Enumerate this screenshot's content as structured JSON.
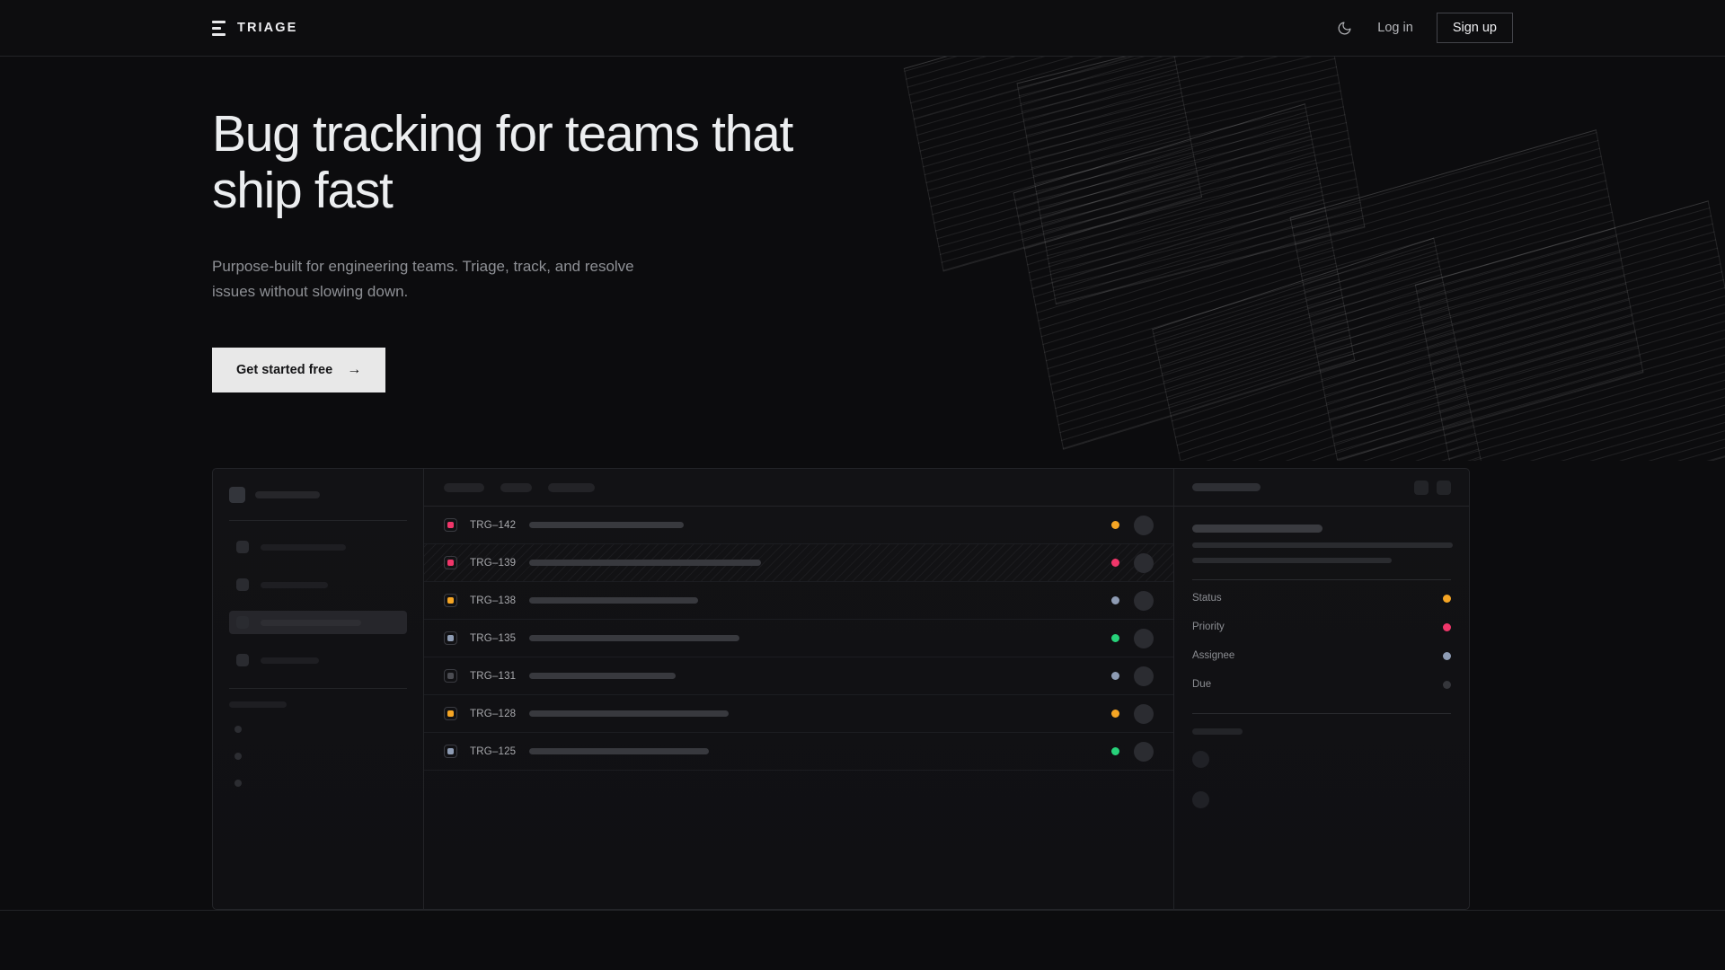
{
  "header": {
    "brand": {
      "name": "TRIAGE",
      "icon": "triage-bars-icon"
    },
    "theme_toggle_icon": "moon-icon",
    "login_label": "Log in",
    "signup_label": "Sign up"
  },
  "hero": {
    "heading": "Bug tracking for teams that ship fast",
    "subheading": "Purpose-built for engineering teams. Triage, track, and resolve issues without slowing down.",
    "cta_label": "Get started free",
    "cta_arrow": "→"
  },
  "colors": {
    "page_bg": "#0c0c0e",
    "surface": "#121215",
    "border": "#232428",
    "text_primary": "#eceef0",
    "text_muted": "#8e9095",
    "cta_bg": "#e8e8e8",
    "status_orange": "#f5a524",
    "status_pink": "#f0366a",
    "status_green": "#27d27a",
    "status_slate": "#8e9cb4",
    "status_dim": "#3a3b40"
  },
  "app_mock": {
    "sidebar": {
      "nav_items": [
        {
          "width": 95,
          "active": false
        },
        {
          "width": 75,
          "active": false
        },
        {
          "width": 112,
          "active": true
        },
        {
          "width": 65,
          "active": false
        }
      ],
      "section_label_width": 64,
      "project_dots": 3
    },
    "list": {
      "toolbar_chips": [
        45,
        35,
        52
      ],
      "rows": [
        {
          "id": "TRG–142",
          "badge_color": "#f0366a",
          "title_width": 172,
          "status_color": "#f5a524",
          "hatched": false
        },
        {
          "id": "TRG–139",
          "badge_color": "#f0366a",
          "title_width": 258,
          "status_color": "#f0366a",
          "hatched": true
        },
        {
          "id": "TRG–138",
          "badge_color": "#f5a524",
          "title_width": 188,
          "status_color": "#8e9cb4",
          "hatched": false
        },
        {
          "id": "TRG–135",
          "badge_color": "#8e9cb4",
          "title_width": 234,
          "status_color": "#27d27a",
          "hatched": false
        },
        {
          "id": "TRG–131",
          "badge_color": "#4b4c52",
          "title_width": 163,
          "status_color": "#8e9cb4",
          "hatched": false
        },
        {
          "id": "TRG–128",
          "badge_color": "#f5a524",
          "title_width": 222,
          "status_color": "#f5a524",
          "hatched": false
        },
        {
          "id": "TRG–125",
          "badge_color": "#8e9cb4",
          "title_width": 200,
          "status_color": "#27d27a",
          "hatched": false
        }
      ]
    },
    "detail": {
      "header_icons": [
        "square-icon",
        "square-icon"
      ],
      "title_width": 145,
      "desc_lines": [
        290,
        222
      ],
      "meta": [
        {
          "label": "Status",
          "color": "#f5a524"
        },
        {
          "label": "Priority",
          "color": "#f0366a"
        },
        {
          "label": "Assignee",
          "color": "#8e9cb4"
        },
        {
          "label": "Due",
          "color": "#35363b"
        }
      ],
      "comment_avatars": 2
    }
  }
}
